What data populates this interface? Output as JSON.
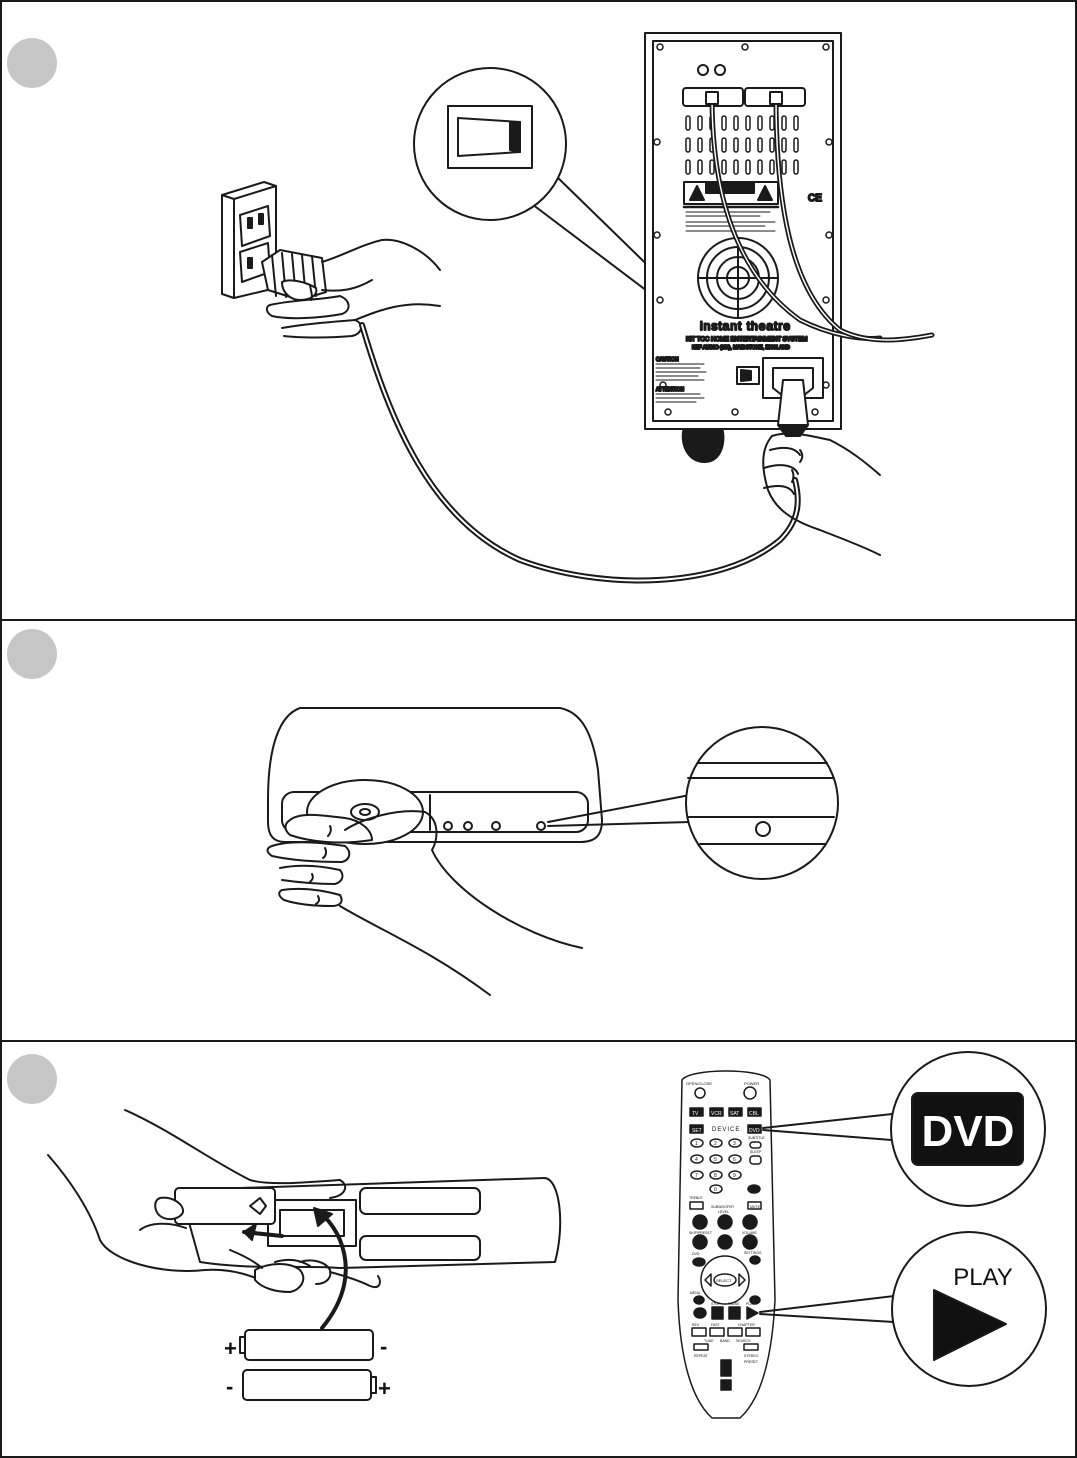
{
  "panels": [
    {
      "id": "step-1",
      "device": {
        "brand": "instant theatre",
        "subtitle": "KIT TOC HOME ENTERTAINMENT SYSTEM",
        "address": "KEF AUDIO (UK), MAIDSTONE, ENGLAND",
        "caution": "CAUTION",
        "caution_small": "CAUTION",
        "attention": "ATTENTION",
        "ce": "CE"
      }
    },
    {
      "id": "step-2"
    },
    {
      "id": "step-3",
      "battery_top": {
        "left": "+",
        "right": "-"
      },
      "battery_bottom": {
        "left": "-",
        "right": "+"
      },
      "callout_dvd": "DVD",
      "callout_play": "PLAY",
      "remote": {
        "open_close": "OPEN/CLOSE",
        "power": "POWER",
        "row1": [
          "TV",
          "VCR",
          "SAT",
          "CBL"
        ],
        "set": "SET",
        "device": "DEVICE",
        "dvd": "DVD",
        "subtitle": "SUBTITLE",
        "sleep": "SLEEP",
        "digits": [
          "1",
          "2",
          "3",
          "4",
          "5",
          "6",
          "7",
          "8",
          "9",
          "0"
        ],
        "treble": "TREBLE",
        "mute": "MUTE",
        "subwoofer": "SUBWOOFER",
        "level": "LEVEL",
        "skip": "SKIP/PRESET",
        "volume": "VOLUME",
        "settings": "SETTINGS",
        "dvd_menu": "DVD",
        "select": "SELECT",
        "menu": "MENU",
        "stop": "STOP",
        "pause": "PAUSE",
        "play": "PLAY",
        "rev": "REV",
        "fast": "FAST",
        "chapter": "CHAPTER",
        "tune": "TUNE",
        "band": "BAND",
        "search": "SEARCH",
        "repeat": "REPEAT",
        "stereo": "STEREO",
        "preset": "PRESET"
      }
    }
  ],
  "colors": {
    "line": "#1a1a1a",
    "badge": "#c6c6c6",
    "callout_fill": "#111111",
    "callout_text": "#ffffff"
  }
}
